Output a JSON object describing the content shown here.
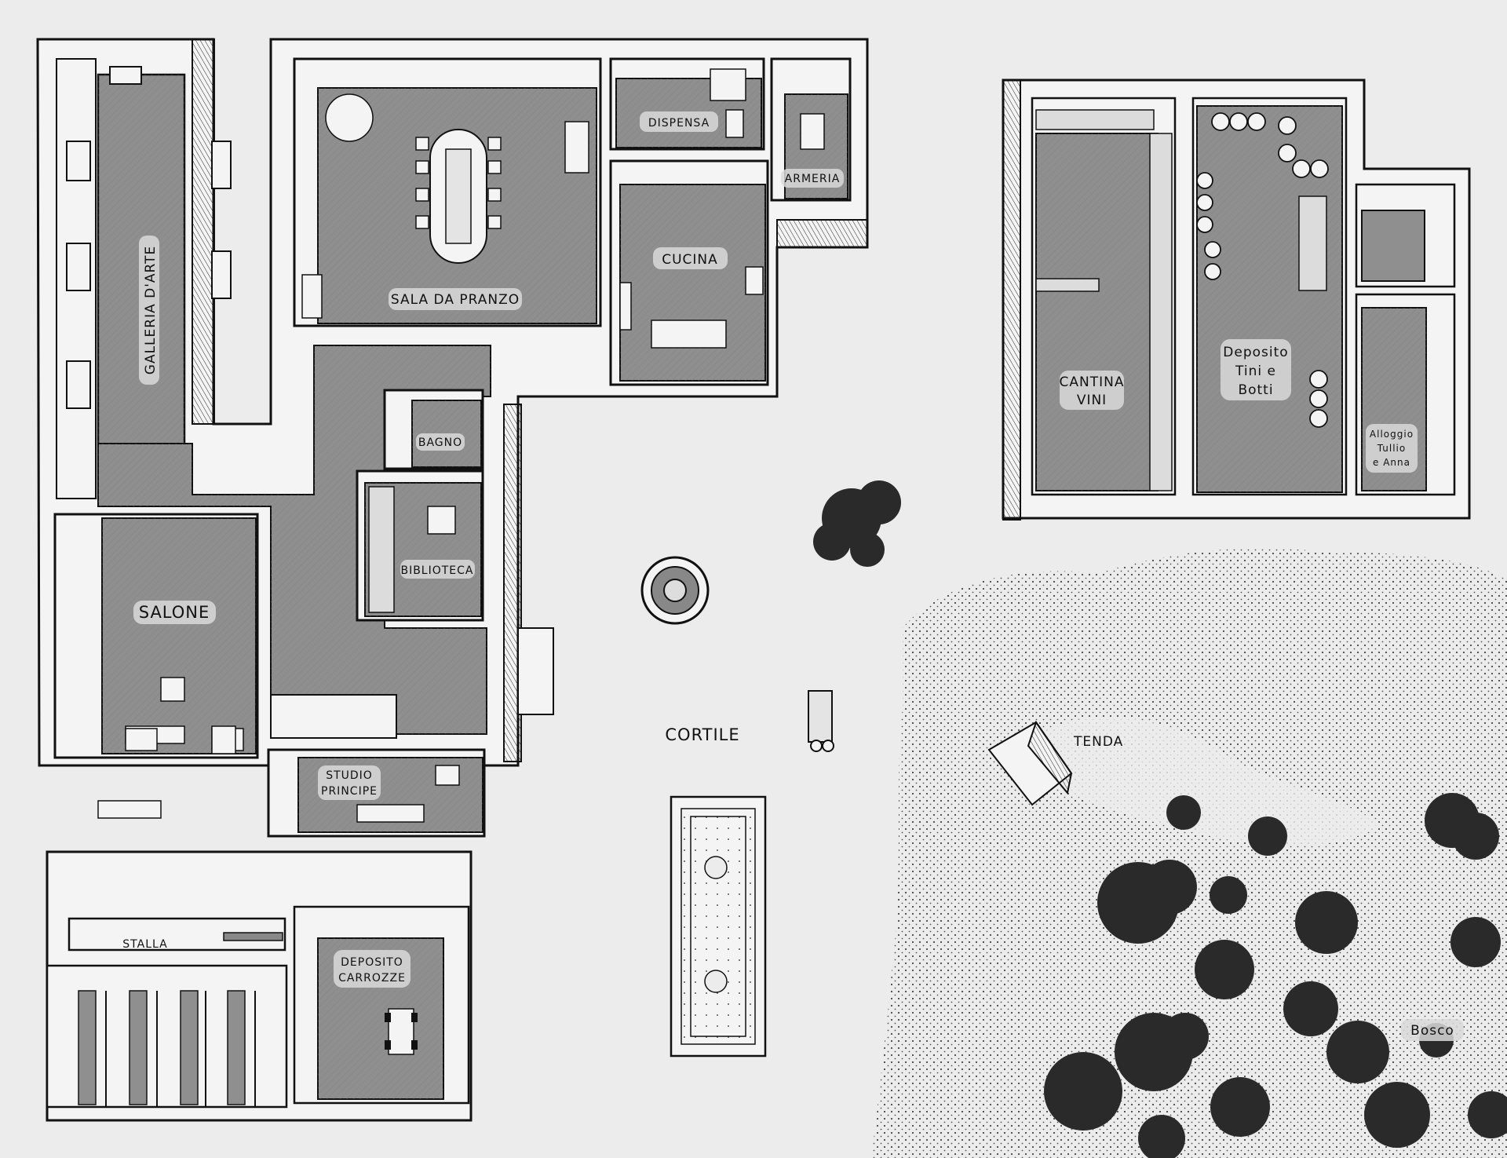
{
  "map": {
    "colors": {
      "ground": "#ececec",
      "floor": "#8f8f8f",
      "wall": "#f4f4f4",
      "ink": "#111111",
      "tree": "#2a2a2a",
      "label_bg": "#d9d9d9"
    },
    "labels": {
      "galleria": "GALLERIA D'ARTE",
      "sala_pranzo": "SALA DA PRANZO",
      "dispensa": "DISPENSA",
      "armeria": "ARMERIA",
      "cucina": "CUCINA",
      "bagno": "BAGNO",
      "biblioteca": "BIBLIOTECA",
      "salone": "SALONE",
      "studio_1": "STUDIO",
      "studio_2": "PRINCIPE",
      "cortile": "CORTILE",
      "tenda": "TENDA",
      "stalla": "STALLA",
      "deposito_carrozze_1": "DEPOSITO",
      "deposito_carrozze_2": "CARROZZE",
      "cantina_1": "CANTINA",
      "cantina_2": "VINI",
      "deposito_tini_1": "Deposito",
      "deposito_tini_2": "Tini e",
      "deposito_tini_3": "Botti",
      "alloggio_1": "Alloggio",
      "alloggio_2": "Tullio",
      "alloggio_3": "e Anna",
      "bosco": "Bosco"
    },
    "icons": [
      "tree-icon",
      "fountain-icon",
      "cart-icon",
      "tent-icon",
      "carriage-icon",
      "barrel-icon",
      "table-icon"
    ]
  }
}
